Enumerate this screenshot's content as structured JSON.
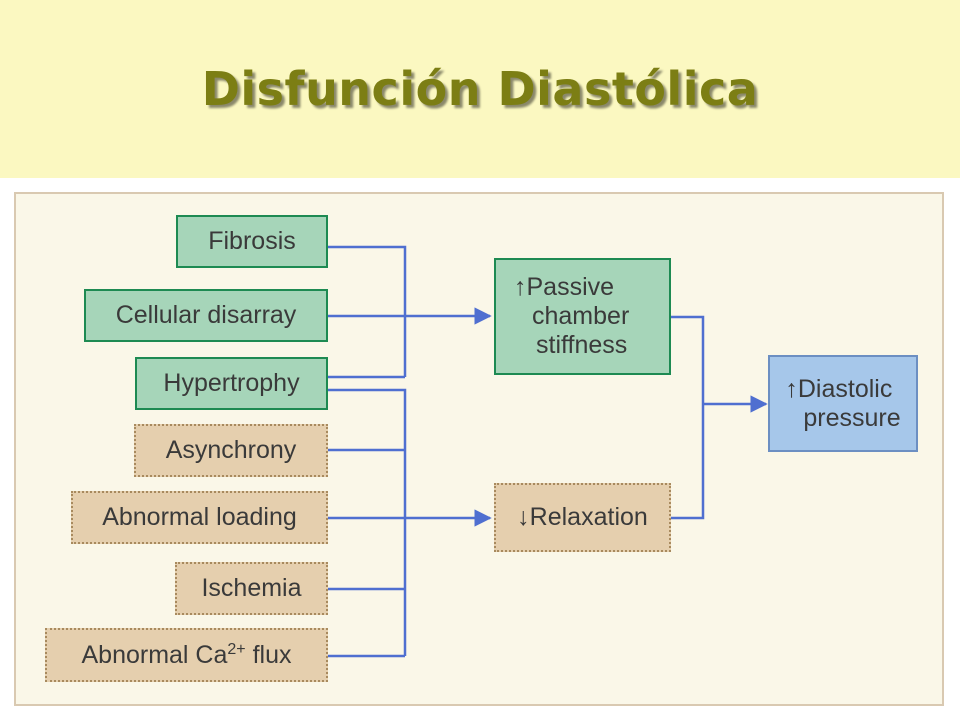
{
  "title": "Disfunción Diastólica",
  "causes": {
    "fibrosis": "Fibrosis",
    "cellular_disarray": "Cellular disarray",
    "hypertrophy": "Hypertrophy",
    "asynchrony": "Asynchrony",
    "abnormal_loading": "Abnormal loading",
    "ischemia": "Ischemia",
    "abnormal_ca_prefix": "Abnormal Ca",
    "abnormal_ca_sup": "2+",
    "abnormal_ca_suffix": " flux"
  },
  "mechanisms": {
    "passive_arrow": "↑",
    "passive_line1": "Passive",
    "passive_line2": "chamber",
    "passive_line3": "stiffness",
    "relaxation_arrow": "↓",
    "relaxation_label": "Relaxation"
  },
  "outcome": {
    "arrow": "↑",
    "line1": "Diastolic",
    "line2": "pressure"
  },
  "colors": {
    "title": "#7c7e14",
    "title_band": "#fbf8c1",
    "green_box": "#a6d5b9",
    "tan_box": "#e5cfae",
    "blue_box": "#a6c7ea",
    "connector": "#4f6fd0"
  }
}
